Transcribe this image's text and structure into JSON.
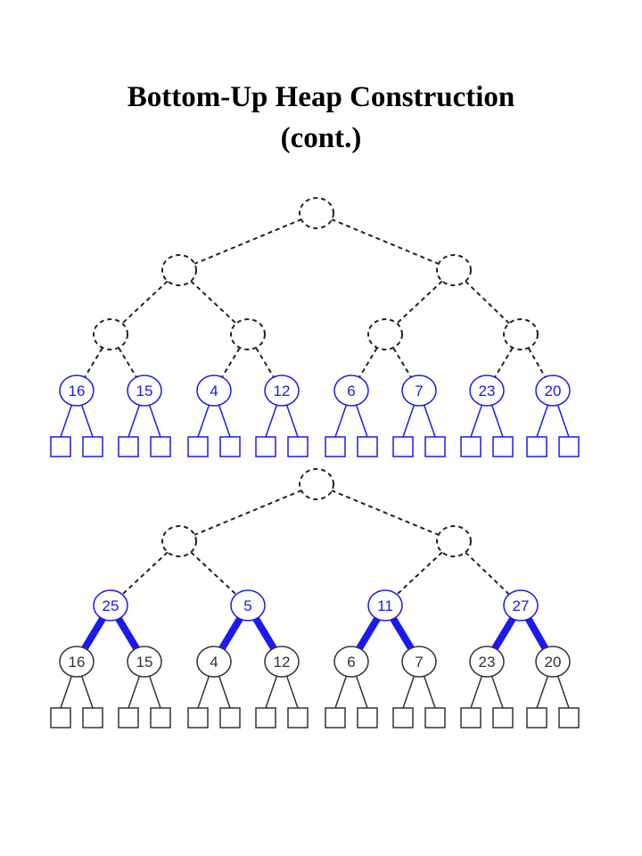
{
  "title": {
    "line1": "Bottom-Up  Heap Construction",
    "line2": "(cont.)"
  },
  "colors": {
    "blue": "#1a1aee",
    "black": "#333333",
    "dashed": "#222222"
  },
  "top_tree": {
    "leaf_keys": [
      "16",
      "15",
      "4",
      "12",
      "6",
      "7",
      "23",
      "20"
    ],
    "leaf_style": "blue",
    "level2_keys": [
      "",
      "",
      "",
      ""
    ],
    "level2_style": "dashed",
    "level1_style": "dashed",
    "root_style": "dashed"
  },
  "bottom_tree": {
    "leaf_keys": [
      "16",
      "15",
      "4",
      "12",
      "6",
      "7",
      "23",
      "20"
    ],
    "leaf_style": "black",
    "level2_keys": [
      "25",
      "5",
      "11",
      "27"
    ],
    "level2_style": "blue",
    "level1_style": "dashed",
    "root_style": "dashed"
  }
}
